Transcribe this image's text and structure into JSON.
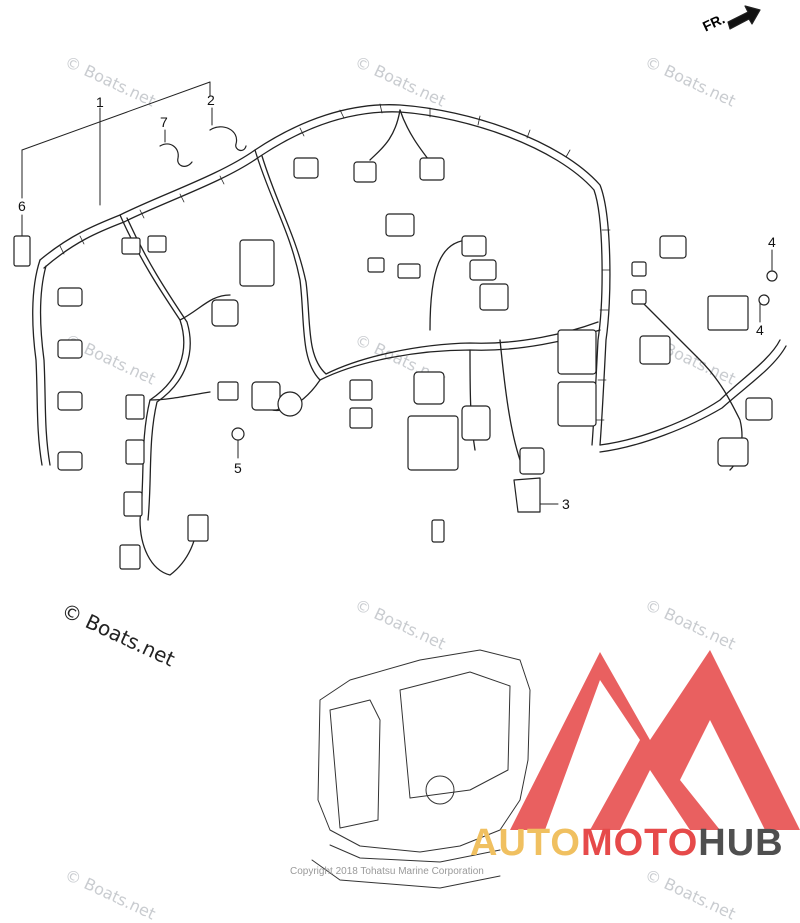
{
  "diagram": {
    "direction_label": "FR.",
    "callouts": [
      "1",
      "2",
      "3",
      "4",
      "4",
      "5",
      "6",
      "7"
    ],
    "copyright_main": "© Boats.net",
    "watermark_text": "© Boats.net",
    "footer_copyright": "Copyright 2018 Tohatsu Marine Corporation",
    "brand": {
      "part1": "AUTO",
      "part2": "MOTO",
      "part3": "HUB",
      "colors": {
        "auto": "#f0c060",
        "moto": "#e64a4a",
        "hub": "#4f4f4f",
        "logo": "#e64a4a"
      }
    }
  }
}
